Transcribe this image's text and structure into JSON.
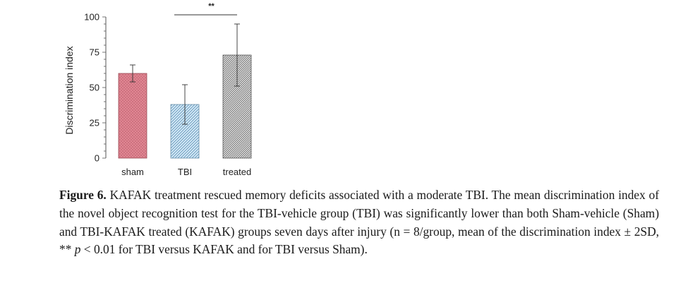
{
  "chart_data": {
    "type": "bar",
    "categories": [
      "sham",
      "TBI",
      "treated"
    ],
    "values": [
      60,
      38,
      73
    ],
    "errors": [
      6,
      14,
      22
    ],
    "ylabel": "Discrimination index",
    "xlabel": "",
    "ylim": [
      0,
      100
    ],
    "yticks": [
      0,
      25,
      50,
      75,
      100
    ],
    "significance": {
      "between": [
        "TBI",
        "treated"
      ],
      "label": "**"
    },
    "colors": {
      "fills": [
        "#e48a96",
        "#b8d8ee",
        "#e8e8e8"
      ],
      "strokes": [
        "#9a4b55",
        "#6a90aa",
        "#555555"
      ]
    },
    "patterns": [
      "crosshatch",
      "diagonal-light",
      "diagonal-dense"
    ]
  },
  "caption": {
    "lead": "Figure 6.",
    "text_a": " KAFAK treatment rescued memory deficits associated with a moderate TBI. The mean discrimination index of the novel object recognition test for the TBI-vehicle group (TBI) was significantly lower than both Sham-vehicle (Sham) and TBI-KAFAK treated (KAFAK) groups seven days after injury (n = 8/group, mean of the discrimination index ± 2SD, ** ",
    "p": "p",
    "text_b": " < 0.01 for TBI versus KAFAK and for TBI versus Sham)."
  }
}
